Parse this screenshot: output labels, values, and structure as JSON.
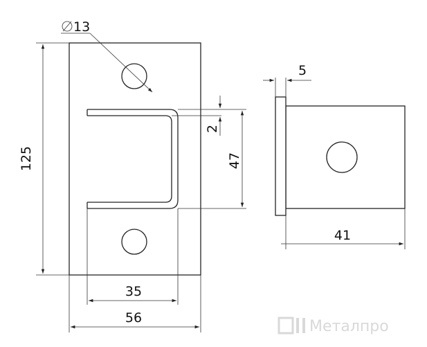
{
  "dimensions": {
    "hole_diameter": "13",
    "height_total": "125",
    "slot_height": "47",
    "slot_offset": "2",
    "slot_width": "35",
    "plate_width": "56",
    "plate_thickness": "5",
    "side_depth": "41"
  },
  "watermark": {
    "text": "Металпро"
  }
}
